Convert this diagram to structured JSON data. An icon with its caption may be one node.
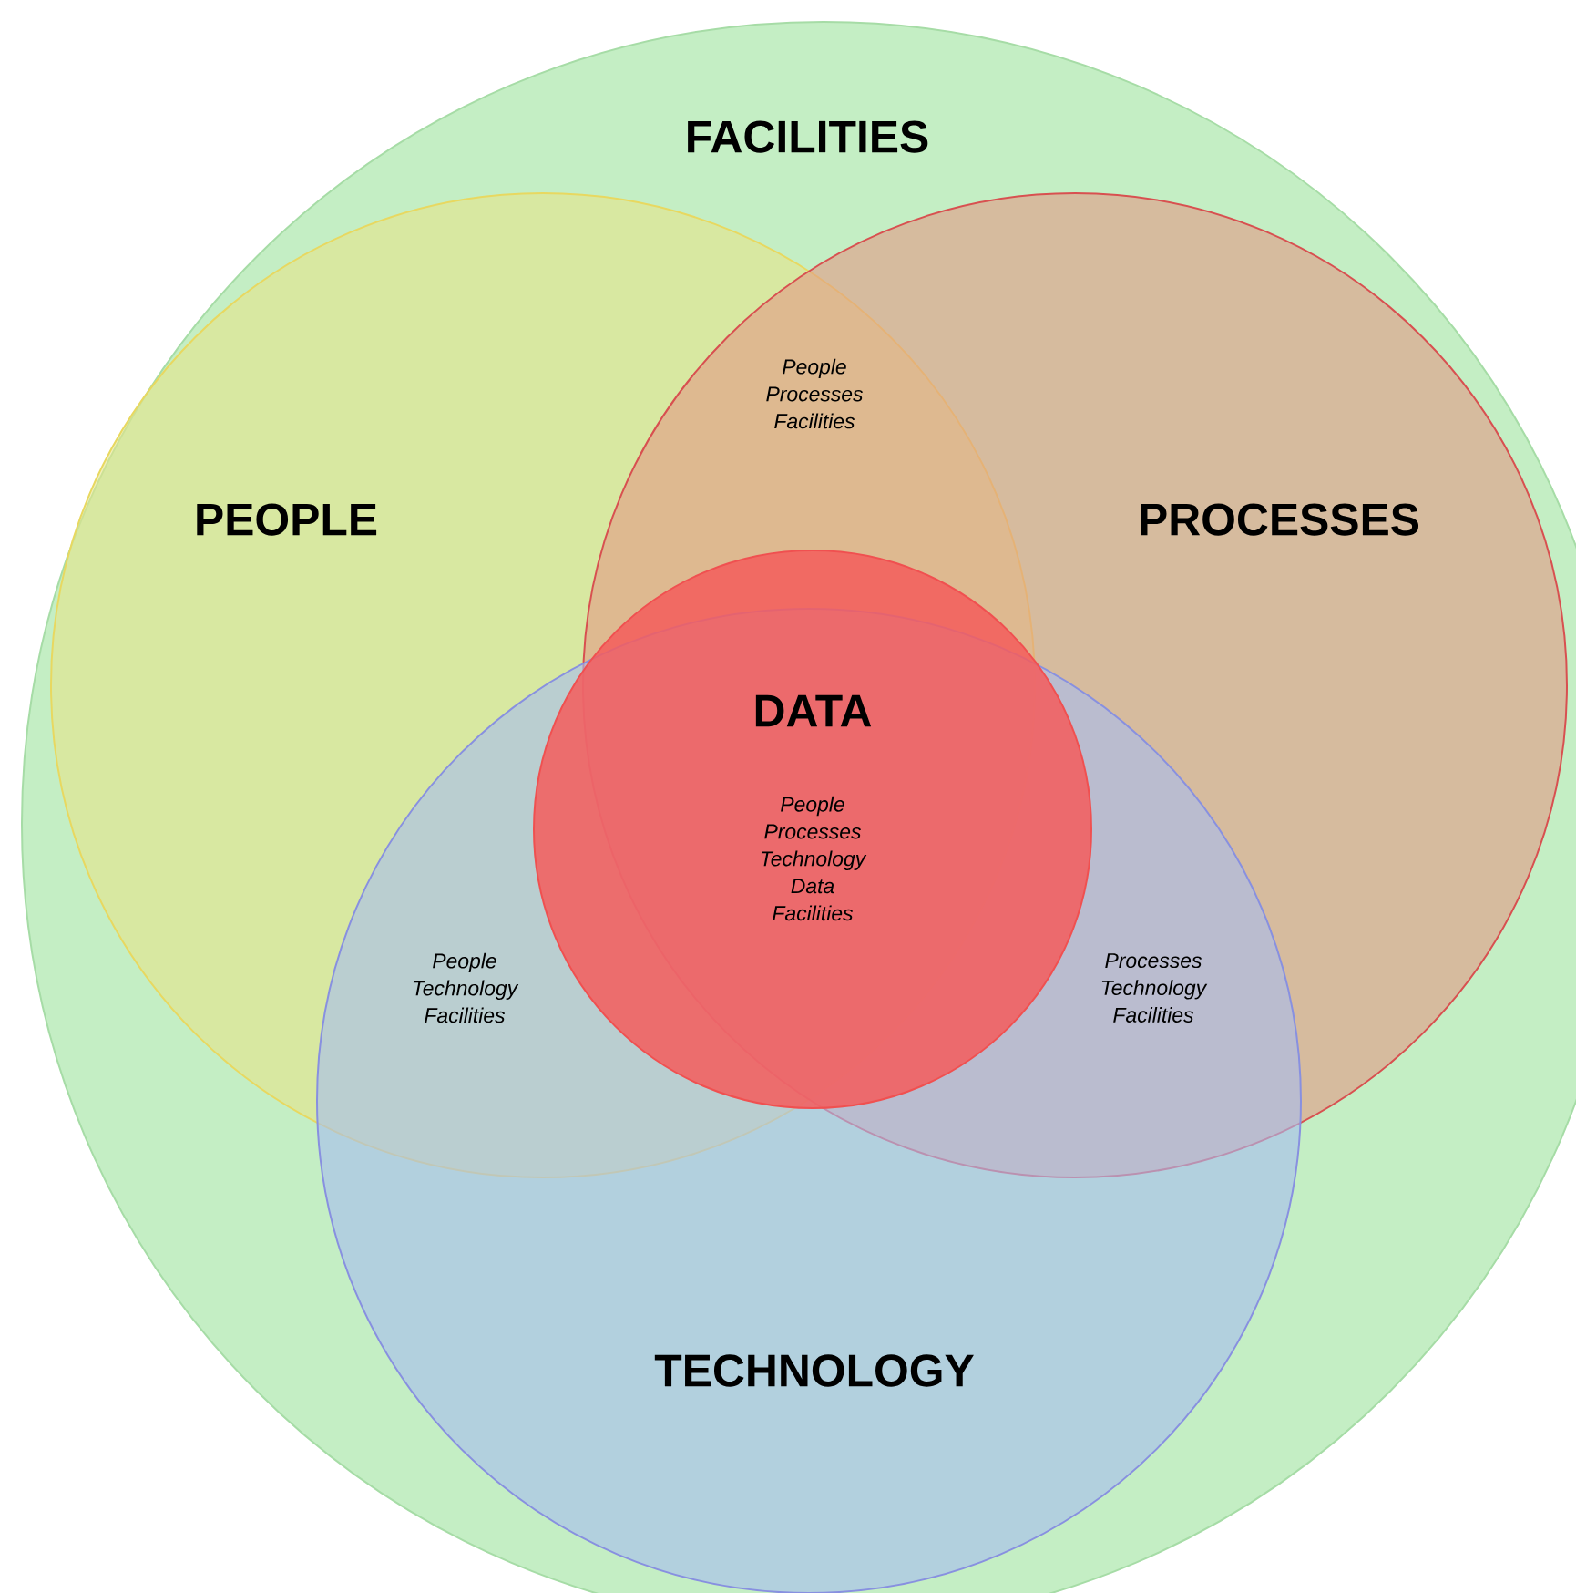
{
  "diagram": {
    "nodes": [
      {
        "text": [
          "FACILITIES"
        ]
      },
      {
        "text": [
          "PEOPLE"
        ],
        "in": 0
      },
      {
        "text": [
          "PROCESSES"
        ],
        "in": 0
      },
      {
        "text": [
          "TECHNOLOGY"
        ],
        "in": 0
      },
      {
        "text": [
          "DATA",
          "People Processes Technology Data Facilities"
        ],
        "in": 0
      }
    ],
    "labels": [
      "People Processes Facilities",
      "People Technology Facilities",
      "Processes Technology Facilities"
    ]
  }
}
